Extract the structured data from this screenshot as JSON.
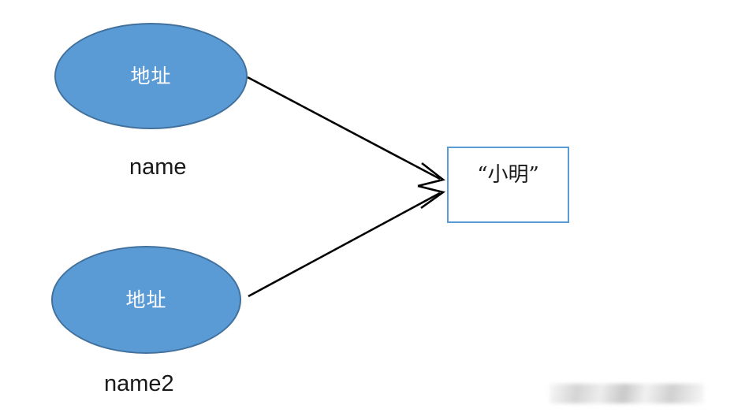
{
  "diagram": {
    "type": "reference-diagram",
    "background_color": "#ffffff",
    "palette": {
      "ellipse_fill": "#5B9BD5",
      "ellipse_stroke": "#41719C",
      "ellipse_text": "#ffffff",
      "box_fill": "#ffffff",
      "box_stroke": "#5B9BD5",
      "box_text": "#1a1a1a",
      "caption_text": "#1a1a1a",
      "arrow_stroke": "#000000"
    },
    "nodes": [
      {
        "id": "ellipse-address-1",
        "shape": "ellipse",
        "label": "地址",
        "caption": "name"
      },
      {
        "id": "ellipse-address-2",
        "shape": "ellipse",
        "label": "地址",
        "caption": "name2"
      },
      {
        "id": "value-box",
        "shape": "rectangle",
        "label": "“小明”"
      }
    ],
    "edges": [
      {
        "id": "arrow-name-to-value",
        "from": "ellipse-address-1",
        "to": "value-box",
        "arrowhead": "open-v",
        "label": ""
      },
      {
        "id": "arrow-name2-to-value",
        "from": "ellipse-address-2",
        "to": "value-box",
        "arrowhead": "open-v",
        "label": ""
      }
    ],
    "watermark": {
      "present": true,
      "legible": false,
      "text": ""
    }
  }
}
